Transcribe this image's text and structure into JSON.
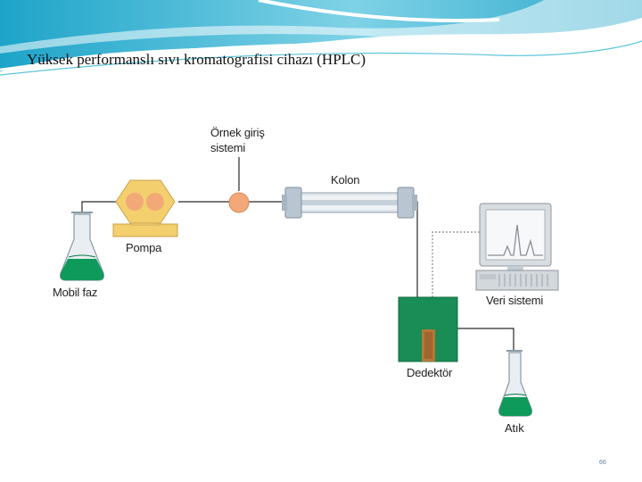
{
  "slide": {
    "title": "Yüksek  performanslı  sıvı  kromatografisi cihazı (HPLC)",
    "page_number": "66"
  },
  "diagram": {
    "labels": {
      "mobile_phase": "Mobil faz",
      "pump": "Pompa",
      "sample_inlet_line1": "Örnek giriş",
      "sample_inlet_line2": "sistemi",
      "column": "Kolon",
      "data_system": "Veri sistemi",
      "detector": "Dedektör",
      "waste": "Atık"
    },
    "colors": {
      "liquid_green": "#0e9a5a",
      "detector_green": "#1a8c55",
      "pump_orange": "#f2a877",
      "pump_yellow": "#f4cf6e",
      "column_metal": "#b9c6d2",
      "header_teal": "#3fb6cf"
    }
  }
}
